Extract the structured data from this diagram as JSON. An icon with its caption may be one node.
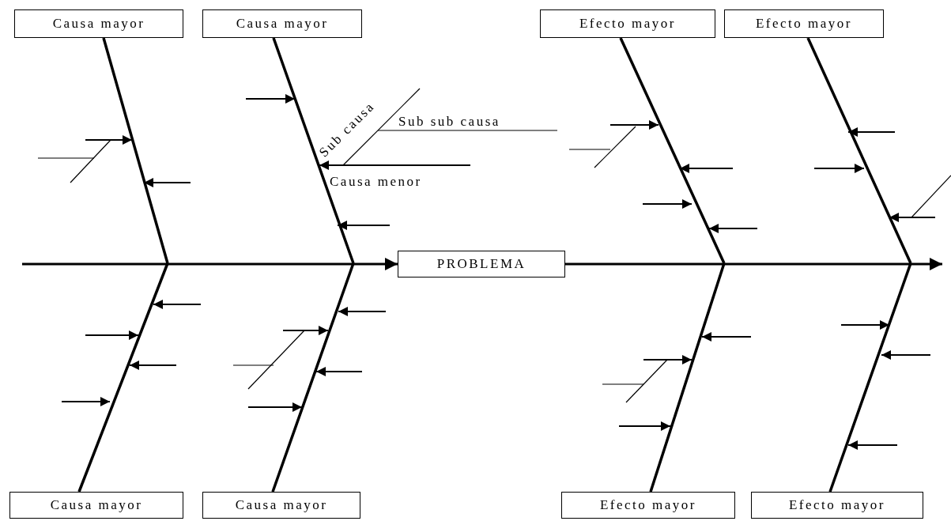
{
  "diagram": {
    "nodes": [
      {
        "text": [
          "Causa mayor"
        ]
      },
      {
        "text": [
          "Causa mayor"
        ]
      },
      {
        "text": [
          "Efecto mayor"
        ]
      },
      {
        "text": [
          "Efecto mayor"
        ]
      },
      {
        "text": [
          "PROBLEMA"
        ]
      },
      {
        "text": [
          "Causa mayor"
        ]
      },
      {
        "text": [
          "Causa mayor"
        ]
      },
      {
        "text": [
          "Efecto mayor"
        ]
      },
      {
        "text": [
          "Efecto mayor"
        ]
      }
    ],
    "edges": [
      {
        "from": 0,
        "to": null,
        "arrow": "none"
      },
      {
        "from": 1,
        "to": null,
        "arrow": "none"
      },
      {
        "from": 2,
        "to": null,
        "arrow": "none"
      },
      {
        "from": 3,
        "to": null,
        "arrow": "none"
      },
      {
        "from": 5,
        "to": null,
        "arrow": "none"
      },
      {
        "from": 6,
        "to": null,
        "arrow": "none"
      },
      {
        "from": 7,
        "to": null,
        "arrow": "none"
      },
      {
        "from": 8,
        "to": null,
        "arrow": "none"
      },
      {
        "from": null,
        "to": 4,
        "arrow": "to"
      },
      {
        "from": 4,
        "to": null,
        "arrow": "to"
      }
    ],
    "labels": [
      "Sub causa",
      "Sub sub causa",
      "Causa menor"
    ]
  }
}
